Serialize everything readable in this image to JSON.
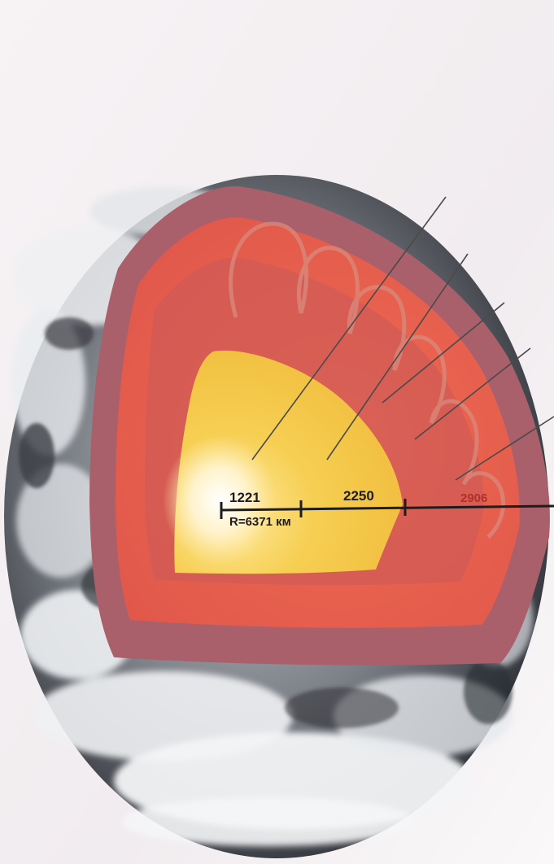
{
  "scale": {
    "inner_core_label": "1221",
    "outer_core_label": "2250",
    "mantle_label": "2906",
    "radius_label": "R=6371 км"
  },
  "colors": {
    "background": "#f3eef1",
    "crust": "#a9606b",
    "mantle": "#e8614e",
    "mantle_band": "#c95a59",
    "outer_core": "#f3c23f",
    "inner_core": "#fffbe6",
    "label_text": "#1d1d1d",
    "mantle_label_text": "#b0302a",
    "ocean": "#3b3e44",
    "cloud": "#eef0f2"
  }
}
